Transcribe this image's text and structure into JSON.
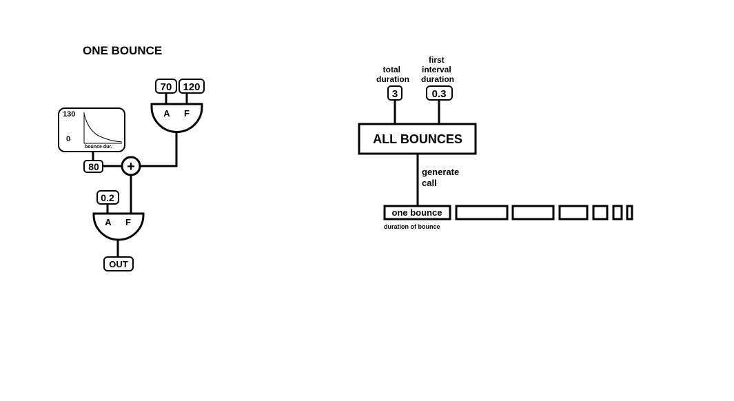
{
  "one_bounce": {
    "title": "ONE BOUNCE",
    "envelope": {
      "max_label": "130",
      "min_label": "0",
      "caption": "bounce dur."
    },
    "osc_top": {
      "amp_value": "70",
      "freq_value": "120",
      "amp_label": "A",
      "freq_label": "F"
    },
    "adder": {
      "input_value": "80",
      "symbol": "+"
    },
    "osc_bottom": {
      "amp_value": "0.2",
      "amp_label": "A",
      "freq_label": "F"
    },
    "output_label": "OUT"
  },
  "all_bounces": {
    "title": "ALL BOUNCES",
    "total_duration_label": "total duration",
    "total_duration_value": "3",
    "first_interval_label": "first interval duration",
    "first_interval_value": "0.3",
    "generate_label": "generate call",
    "bounce_label": "one bounce",
    "bounce_caption": "duration of bounce"
  }
}
